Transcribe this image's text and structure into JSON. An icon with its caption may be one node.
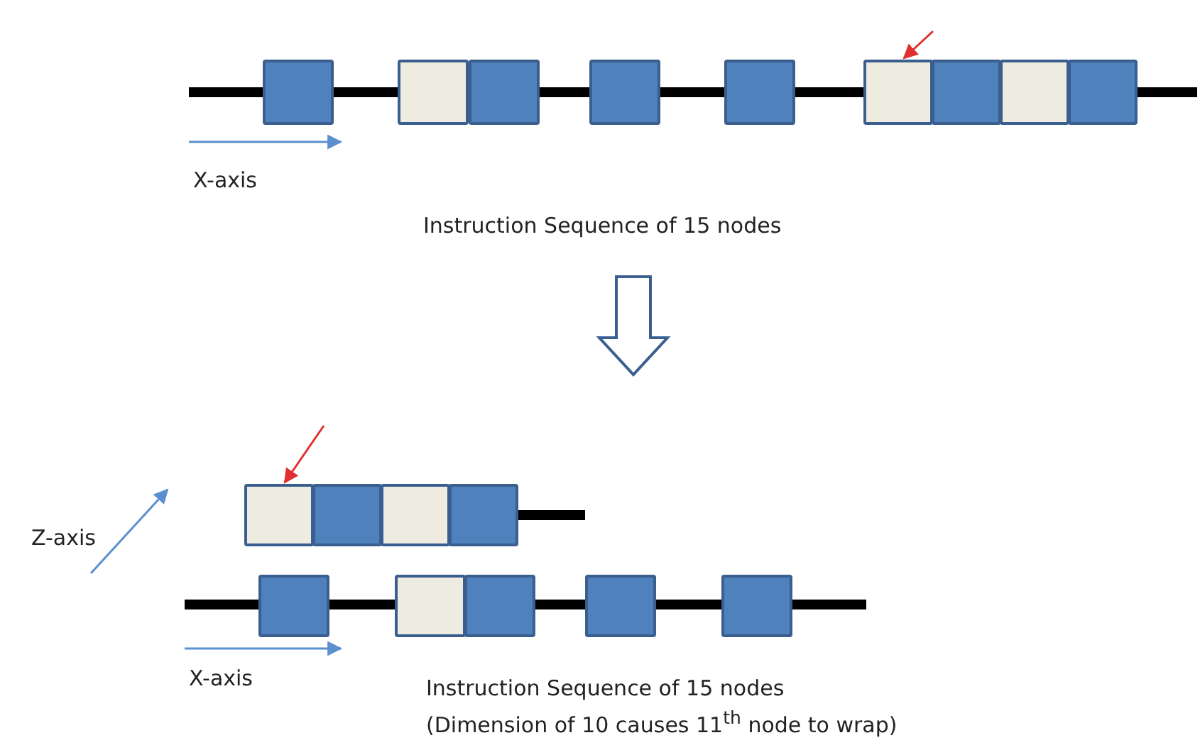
{
  "diagram": {
    "nodes": [
      {
        "text": [],
        "shape": "box"
      },
      {
        "text": [],
        "shape": "box"
      },
      {
        "text": [],
        "shape": "box"
      },
      {
        "text": [],
        "shape": "box"
      },
      {
        "text": [],
        "shape": "box"
      },
      {
        "text": [],
        "shape": "box"
      },
      {
        "text": [],
        "shape": "box"
      },
      {
        "text": [],
        "shape": "box"
      },
      {
        "text": [],
        "shape": "box"
      },
      {
        "text": [],
        "shape": "box"
      },
      {
        "text": [],
        "shape": "box"
      },
      {
        "text": [],
        "shape": "box"
      },
      {
        "text": [],
        "shape": "box"
      },
      {
        "text": [],
        "shape": "box"
      },
      {
        "text": [],
        "shape": "box"
      },
      {
        "text": [],
        "shape": "box"
      },
      {
        "text": [],
        "shape": "box"
      },
      {
        "text": [],
        "shape": "box"
      }
    ],
    "edges": [
      {
        "from": null,
        "to": 5,
        "arrow": "to",
        "color": "#e03030"
      },
      {
        "from": null,
        "to": 9,
        "arrow": "to",
        "color": "#e03030"
      }
    ],
    "labels": [
      "X-axis",
      "Instruction Sequence of 15 nodes",
      "Z-axis",
      "X-axis",
      "Instruction Sequence of 15 nodes",
      "(Dimension of 10 causes 11$^{th}$ node to wrap)"
    ]
  }
}
